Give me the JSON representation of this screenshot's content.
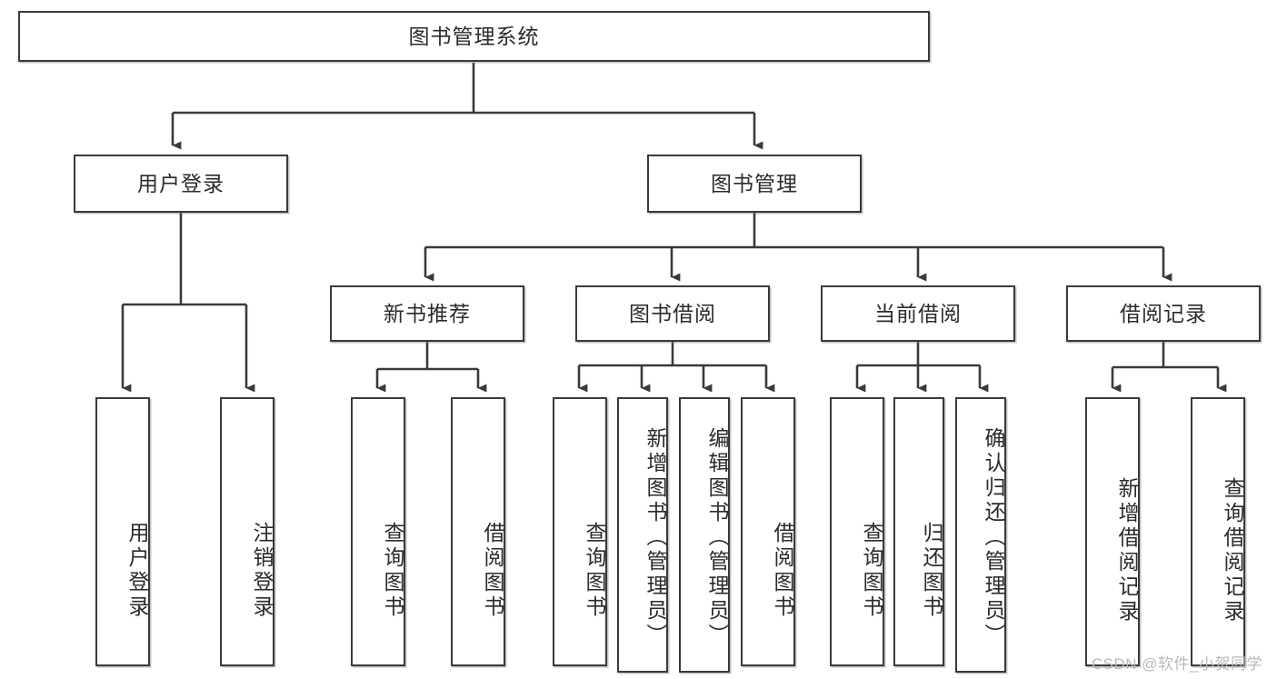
{
  "diagram": {
    "type": "tree-hierarchy-chart",
    "title_node": {
      "id": "root",
      "label": "图书管理系统"
    },
    "levels": [
      {
        "level": 1,
        "nodes": [
          {
            "id": "root",
            "label": "图书管理系统",
            "orientation": "horizontal"
          }
        ]
      },
      {
        "level": 2,
        "nodes": [
          {
            "id": "login",
            "label": "用户登录",
            "orientation": "horizontal",
            "parent": "root"
          },
          {
            "id": "bookmgmt",
            "label": "图书管理",
            "orientation": "horizontal",
            "parent": "root"
          }
        ]
      },
      {
        "level": 3,
        "nodes": [
          {
            "id": "newbook",
            "label": "新书推荐",
            "orientation": "horizontal",
            "parent": "bookmgmt"
          },
          {
            "id": "borrow",
            "label": "图书借阅",
            "orientation": "horizontal",
            "parent": "bookmgmt"
          },
          {
            "id": "current",
            "label": "当前借阅",
            "orientation": "horizontal",
            "parent": "bookmgmt"
          },
          {
            "id": "records",
            "label": "借阅记录",
            "orientation": "horizontal",
            "parent": "bookmgmt"
          }
        ]
      },
      {
        "level": 4,
        "nodes": [
          {
            "id": "leaf-user-login",
            "label": "用户登录",
            "orientation": "vertical",
            "parent": "login"
          },
          {
            "id": "leaf-user-logout",
            "label": "注销登录",
            "orientation": "vertical",
            "parent": "login"
          },
          {
            "id": "leaf-nb-query",
            "label": "查询图书",
            "orientation": "vertical",
            "parent": "newbook"
          },
          {
            "id": "leaf-nb-borrow",
            "label": "借阅图书",
            "orientation": "vertical",
            "parent": "newbook"
          },
          {
            "id": "leaf-bo-query",
            "label": "查询图书",
            "orientation": "vertical",
            "parent": "borrow"
          },
          {
            "id": "leaf-bo-add",
            "label": "新增图书（管理员）",
            "orientation": "vertical",
            "parent": "borrow"
          },
          {
            "id": "leaf-bo-edit",
            "label": "编辑图书（管理员）",
            "orientation": "vertical",
            "parent": "borrow"
          },
          {
            "id": "leaf-bo-borrow",
            "label": "借阅图书",
            "orientation": "vertical",
            "parent": "borrow"
          },
          {
            "id": "leaf-cu-query",
            "label": "查询图书",
            "orientation": "vertical",
            "parent": "current"
          },
          {
            "id": "leaf-cu-return",
            "label": "归还图书",
            "orientation": "vertical",
            "parent": "current"
          },
          {
            "id": "leaf-cu-confirm",
            "label": "确认归还（管理员）",
            "orientation": "vertical",
            "parent": "current"
          },
          {
            "id": "leaf-re-add",
            "label": "新增借阅记录",
            "orientation": "vertical",
            "parent": "records"
          },
          {
            "id": "leaf-re-query",
            "label": "查询借阅记录",
            "orientation": "vertical",
            "parent": "records"
          }
        ]
      }
    ]
  },
  "watermark": {
    "text": "CSDN @软件_小贺同学"
  },
  "colors": {
    "border": "#3a3a3a",
    "text": "#2b2b2b",
    "background": "#ffffff",
    "watermark": "#b9b9b9"
  }
}
